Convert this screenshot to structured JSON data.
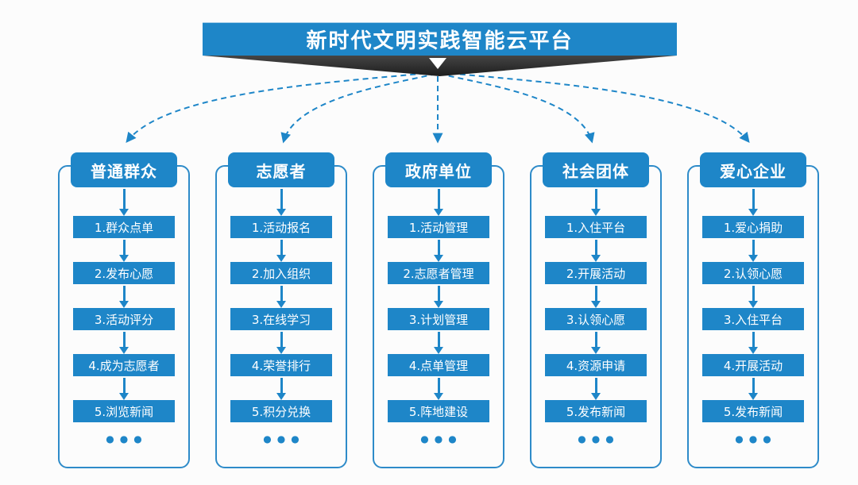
{
  "title": "新时代文明实践智能云平台",
  "more_indicator": "●●●",
  "colors": {
    "primary_blue": "#1e86c8",
    "frame_blue": "#2e8bc9",
    "ribbon_dark": "#2e2e2e",
    "text_on_blue": "#ffffff"
  },
  "columns": [
    {
      "title": "普通群众",
      "items": [
        "1.群众点单",
        "2.发布心愿",
        "3.活动评分",
        "4.成为志愿者",
        "5.浏览新闻"
      ]
    },
    {
      "title": "志愿者",
      "items": [
        "1.活动报名",
        "2.加入组织",
        "3.在线学习",
        "4.荣誉排行",
        "5.积分兑换"
      ]
    },
    {
      "title": "政府单位",
      "items": [
        "1.活动管理",
        "2.志愿者管理",
        "3.计划管理",
        "4.点单管理",
        "5.阵地建设"
      ]
    },
    {
      "title": "社会团体",
      "items": [
        "1.入住平台",
        "2.开展活动",
        "3.认领心愿",
        "4.资源申请",
        "5.发布新闻"
      ]
    },
    {
      "title": "爱心企业",
      "items": [
        "1.爱心捐助",
        "2.认领心愿",
        "3.入住平台",
        "4.开展活动",
        "5.发布新闻"
      ]
    }
  ]
}
